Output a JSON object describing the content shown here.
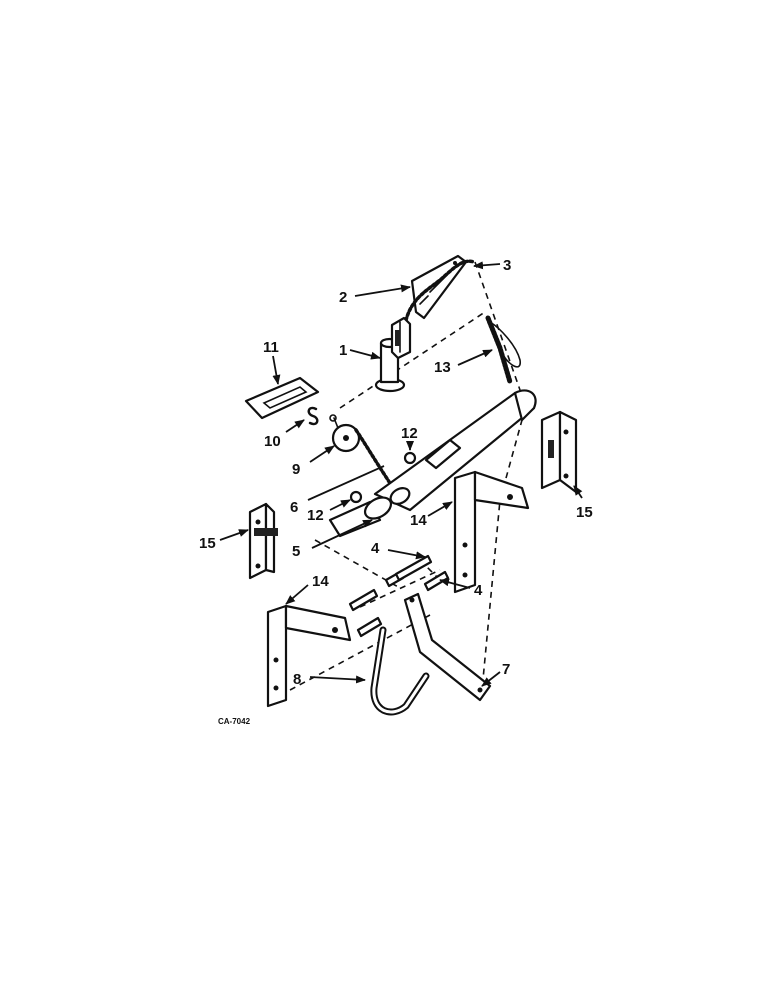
{
  "callouts": {
    "c1": "1",
    "c2": "2",
    "c3": "3",
    "c4a": "4",
    "c4b": "4",
    "c5": "5",
    "c6": "6",
    "c7": "7",
    "c8": "8",
    "c9": "9",
    "c10": "10",
    "c11": "11",
    "c12a": "12",
    "c12b": "12",
    "c13": "13",
    "c14a": "14",
    "c14b": "14",
    "c15a": "15",
    "c15b": "15"
  },
  "drawing_code": "CA-7042"
}
